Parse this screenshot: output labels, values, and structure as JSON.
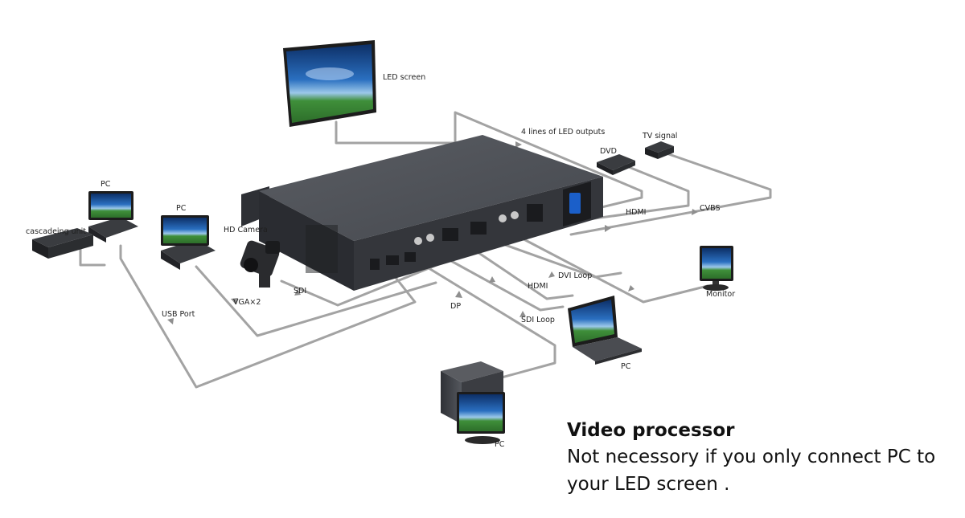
{
  "labels": {
    "led_screen": "LED screen",
    "led_outputs": "4 lines of LED outputs",
    "tv_signal": "TV signal",
    "dvd": "DVD",
    "hdmi_in": "HDMI",
    "cvbs": "CVBS",
    "pc_top_left": "PC",
    "cascading_unit": "cascadeing unit",
    "pc_mid_left": "PC",
    "hd_camera": "HD Camera",
    "usb_port": "USB Port",
    "vga": "VGA×2",
    "sdi": "SDI",
    "dp": "DP",
    "hdmi_out": "HDMI",
    "dvi_loop": "DVI Loop",
    "sdi_loop": "SDI Loop",
    "monitor": "Monitor",
    "pc_laptop": "PC",
    "pc_bottom": "PC"
  },
  "caption": {
    "title": "Video processor",
    "description": "Not necessory if you only connect PC to your LED screen ."
  },
  "colors": {
    "cable": "#9e9e9e",
    "device_body": "#3b3d42",
    "screen_blue": "#1e5fa8",
    "field_green": "#3f8f3a"
  }
}
